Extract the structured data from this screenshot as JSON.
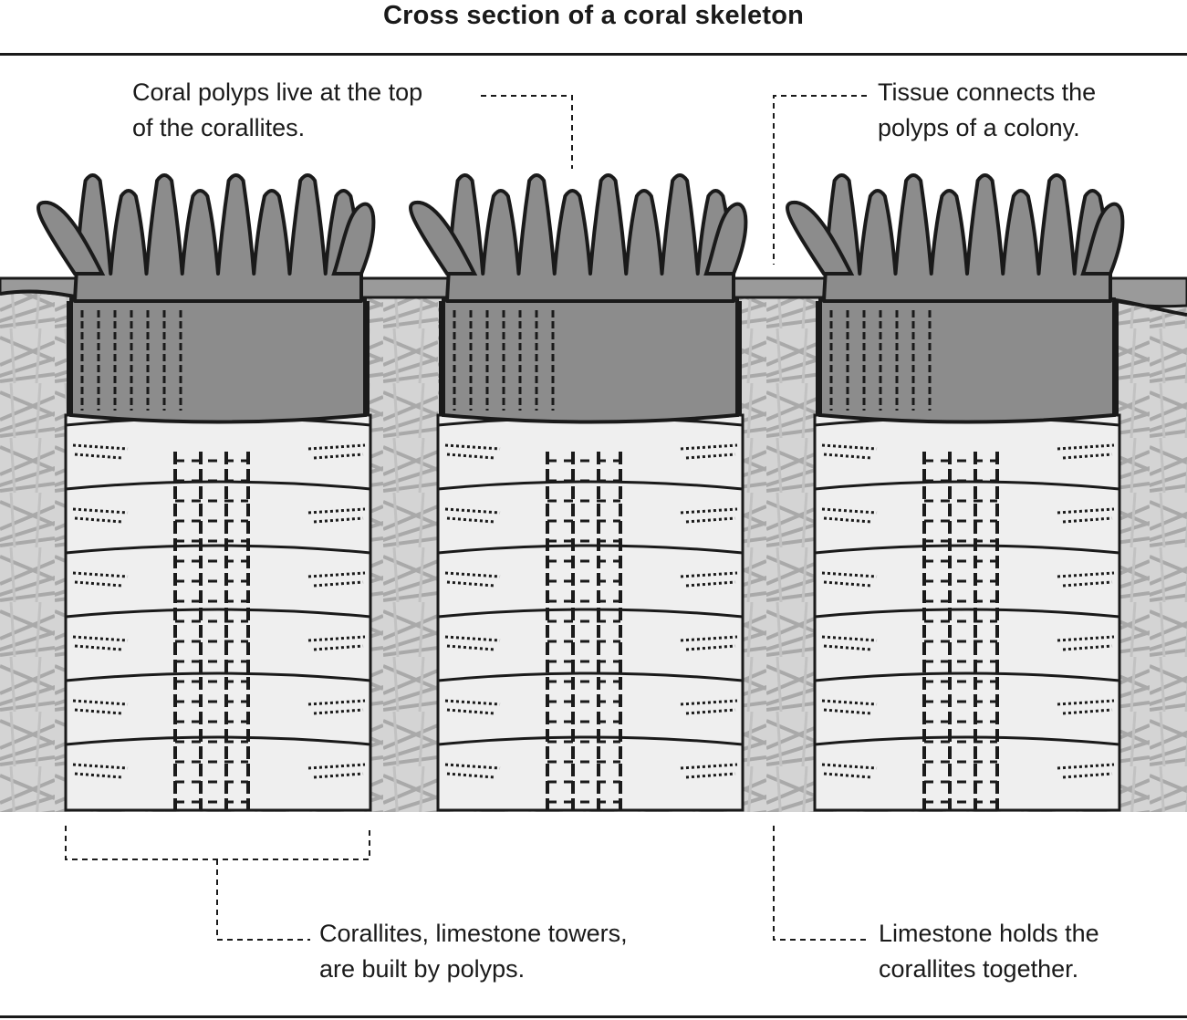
{
  "title": "Cross section of a coral skeleton",
  "labels": {
    "polyps": [
      "Coral polyps live at the top",
      "of the corallites."
    ],
    "tissue": [
      "Tissue connects the",
      "polyps of a colony."
    ],
    "corallites": [
      "Corallites, limestone towers,",
      "are built by polyps."
    ],
    "limestone": [
      "Limestone holds the",
      "corallites together."
    ]
  },
  "colors": {
    "ink": "#1a1a1a",
    "polyp": "#8c8c8c",
    "polyp_light": "#bdbdbd",
    "limestone": "#d4d4d4",
    "limestone_strokes": "#ababab",
    "corallite": "#efefef"
  },
  "icons": [
    "coral-polyp-icon",
    "corallite-tower-icon"
  ]
}
